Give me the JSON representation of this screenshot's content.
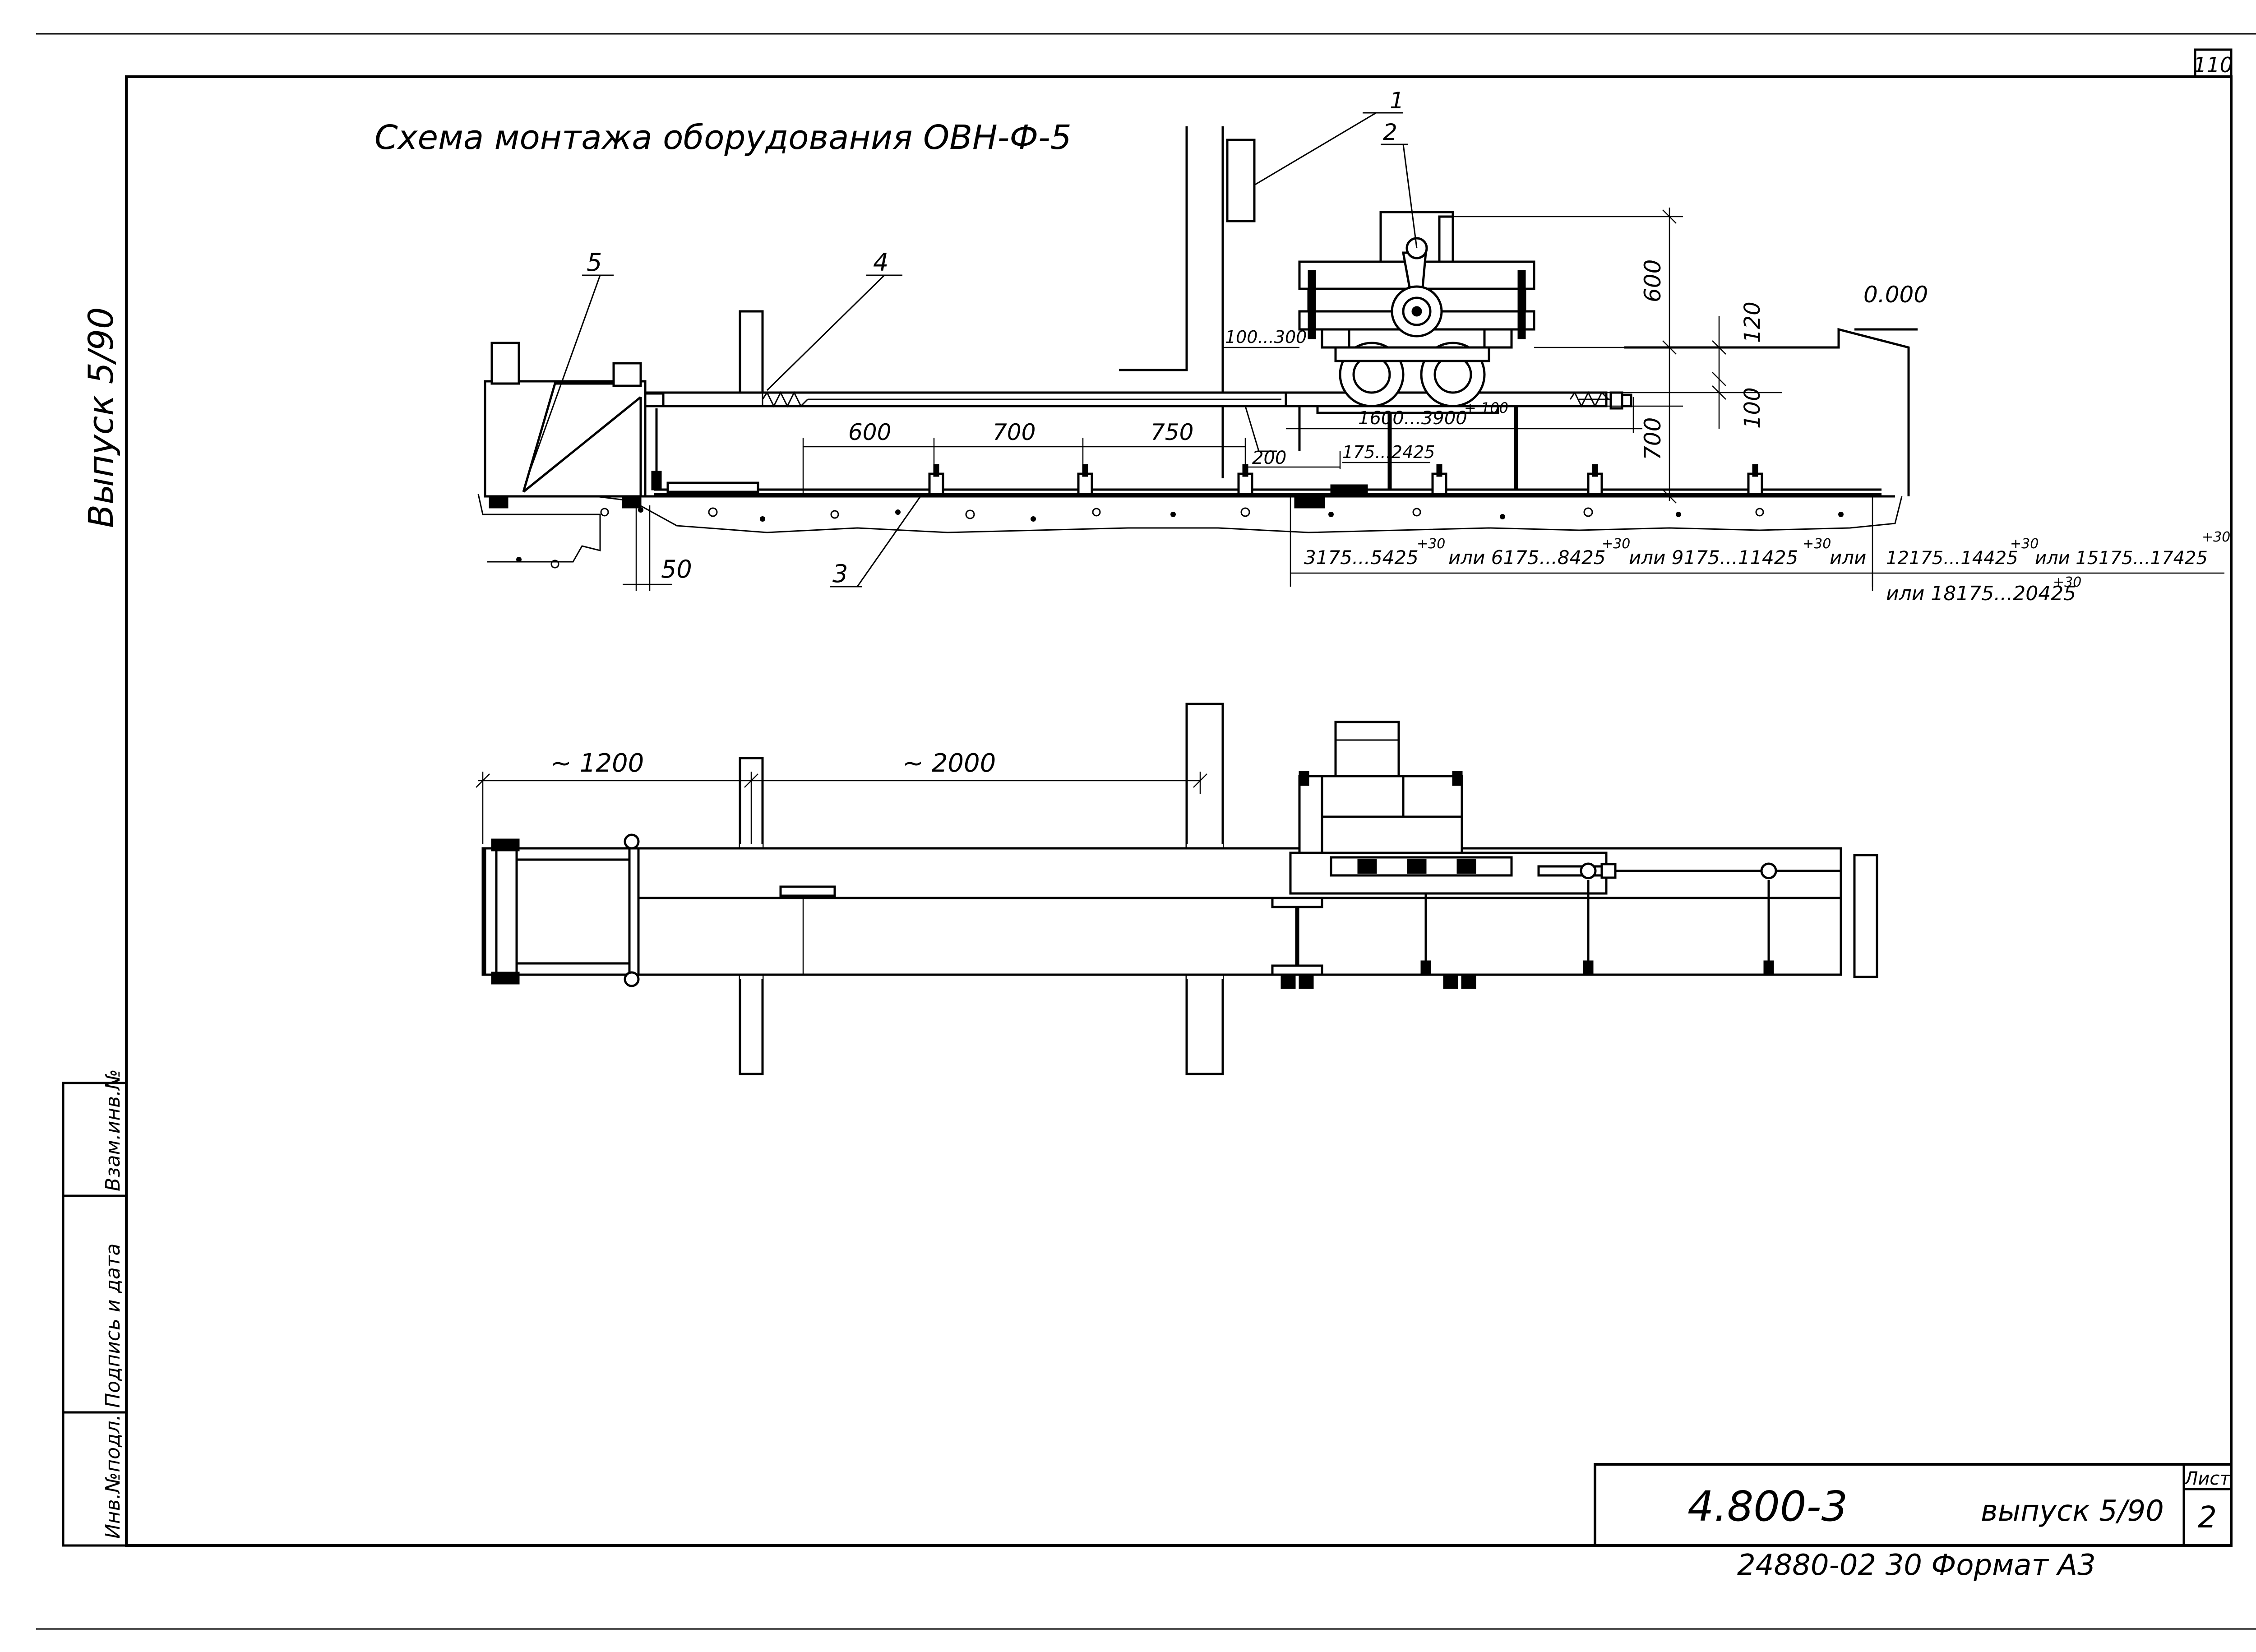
{
  "sheet": {
    "page_number": "110",
    "side_label": "Выпуск 5/90",
    "title": "Схема монтажа оборудования ОВН-Ф-5",
    "sheet_label": "Лист",
    "sheet_number": "2",
    "doc_code": "4.800-3",
    "issue": "выпуск 5/90",
    "footer": "24880-02   30   Формат А3"
  },
  "stamp_columns": {
    "inv_podl": "Инв.№подл.",
    "podpis": "Подпись и дата",
    "vzam": "Взам.инв.№"
  },
  "callouts": [
    "1",
    "2",
    "3",
    "4",
    "5"
  ],
  "elevation_label": "0.000",
  "dimensions": {
    "d600_vert": "600",
    "d120": "120",
    "d100": "100",
    "d700_vert": "700",
    "d100_300": "100...300",
    "d1600_3900": "1600...3900",
    "d1600_3900_tol": "+ 100",
    "d200": "200",
    "d175_2425": "175...2425",
    "d600": "600",
    "d700": "700",
    "d750": "750",
    "d50": "50",
    "range1": "3175...5425",
    "range2": "или 6175...8425",
    "range3": "или 9175...11425",
    "range_or": "или",
    "range4": "12175...14425",
    "range5": "или 15175...17425",
    "range6": "или 18175...20425",
    "tol": "+30",
    "plan_1200": "~ 1200",
    "plan_2000": "~ 2000"
  }
}
